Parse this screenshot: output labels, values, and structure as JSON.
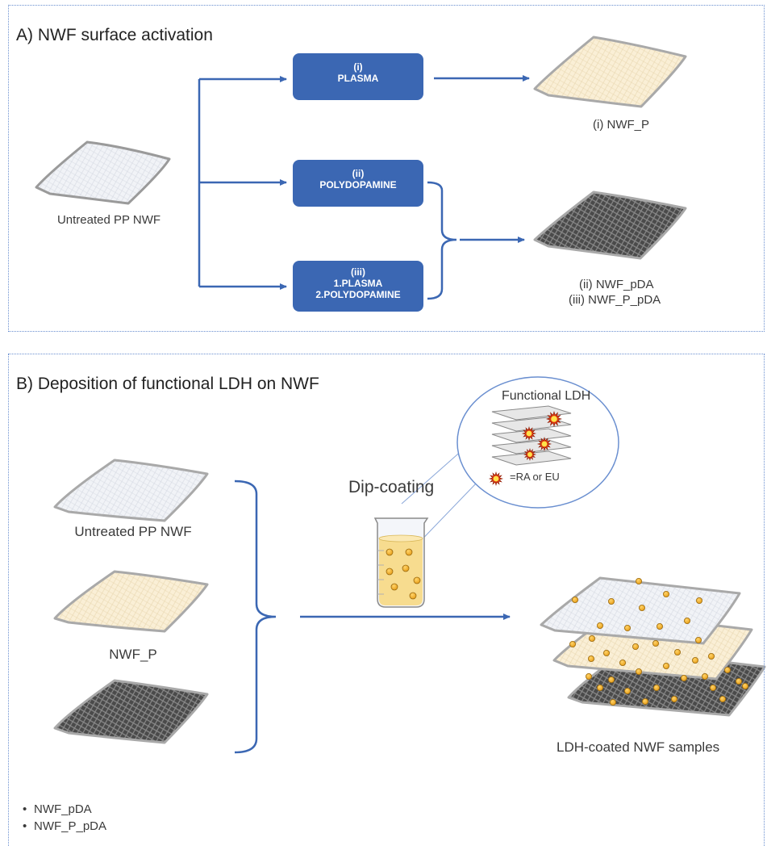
{
  "panel_a": {
    "title": "A) NWF surface activation",
    "source_label": "Untreated PP NWF",
    "boxes": [
      {
        "num": "(i)",
        "line1": "PLASMA",
        "line2": ""
      },
      {
        "num": "(ii)",
        "line1": "POLYDOPAMINE",
        "line2": ""
      },
      {
        "num": "(iii)",
        "line1": "1.PLASMA",
        "line2": "2.POLYDOPAMINE"
      }
    ],
    "result_p_label": "(i) NWF_P",
    "result_pda_labels": [
      "(ii) NWF_pDA",
      "(iii) NWF_P_pDA"
    ]
  },
  "panel_b": {
    "title": "B) Deposition of functional LDH on NWF",
    "fabric_labels": [
      "Untreated PP NWF",
      "NWF_P"
    ],
    "bullets": [
      "NWF_pDA",
      "NWF_P_pDA"
    ],
    "bullet_char": "•",
    "dip_label": "Dip-coating",
    "zoom_title": "Functional LDH",
    "legend_text": "=RA or EU",
    "result_label": "LDH-coated NWF samples"
  },
  "colors": {
    "accent": "#3b67b3",
    "plasma_fabric": "#f9ecd0",
    "untreated_fabric": "#eef0f4",
    "pda_fabric": "#5a5a5a",
    "particle": "#f2a81d",
    "dip_liquid": "#f7dc8f"
  },
  "icons": [
    "arrow-icon",
    "bracket-icon",
    "beaker-icon",
    "magnifier-circle-icon",
    "sun-molecule-icon",
    "fabric-sheet-icon"
  ]
}
